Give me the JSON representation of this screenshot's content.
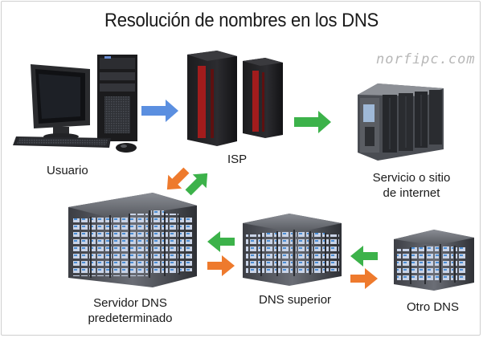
{
  "title": "Resolución de nombres en los DNS",
  "brand": "norfipc.com",
  "nodes": {
    "usuario": {
      "label": "Usuario"
    },
    "isp": {
      "label": "ISP"
    },
    "servicio": {
      "line1": "Servicio o sitio",
      "line2": "de internet"
    },
    "servidor_dns": {
      "line1": "Servidor DNS",
      "line2": "predeterminado"
    },
    "dns_superior": {
      "label": "DNS superior"
    },
    "otro_dns": {
      "label": "Otro DNS"
    }
  },
  "colors": {
    "arrow_blue": "#5b8fe0",
    "arrow_green": "#3cb24a",
    "arrow_orange": "#ee7a2d",
    "isp_red": "#b01c1c"
  }
}
